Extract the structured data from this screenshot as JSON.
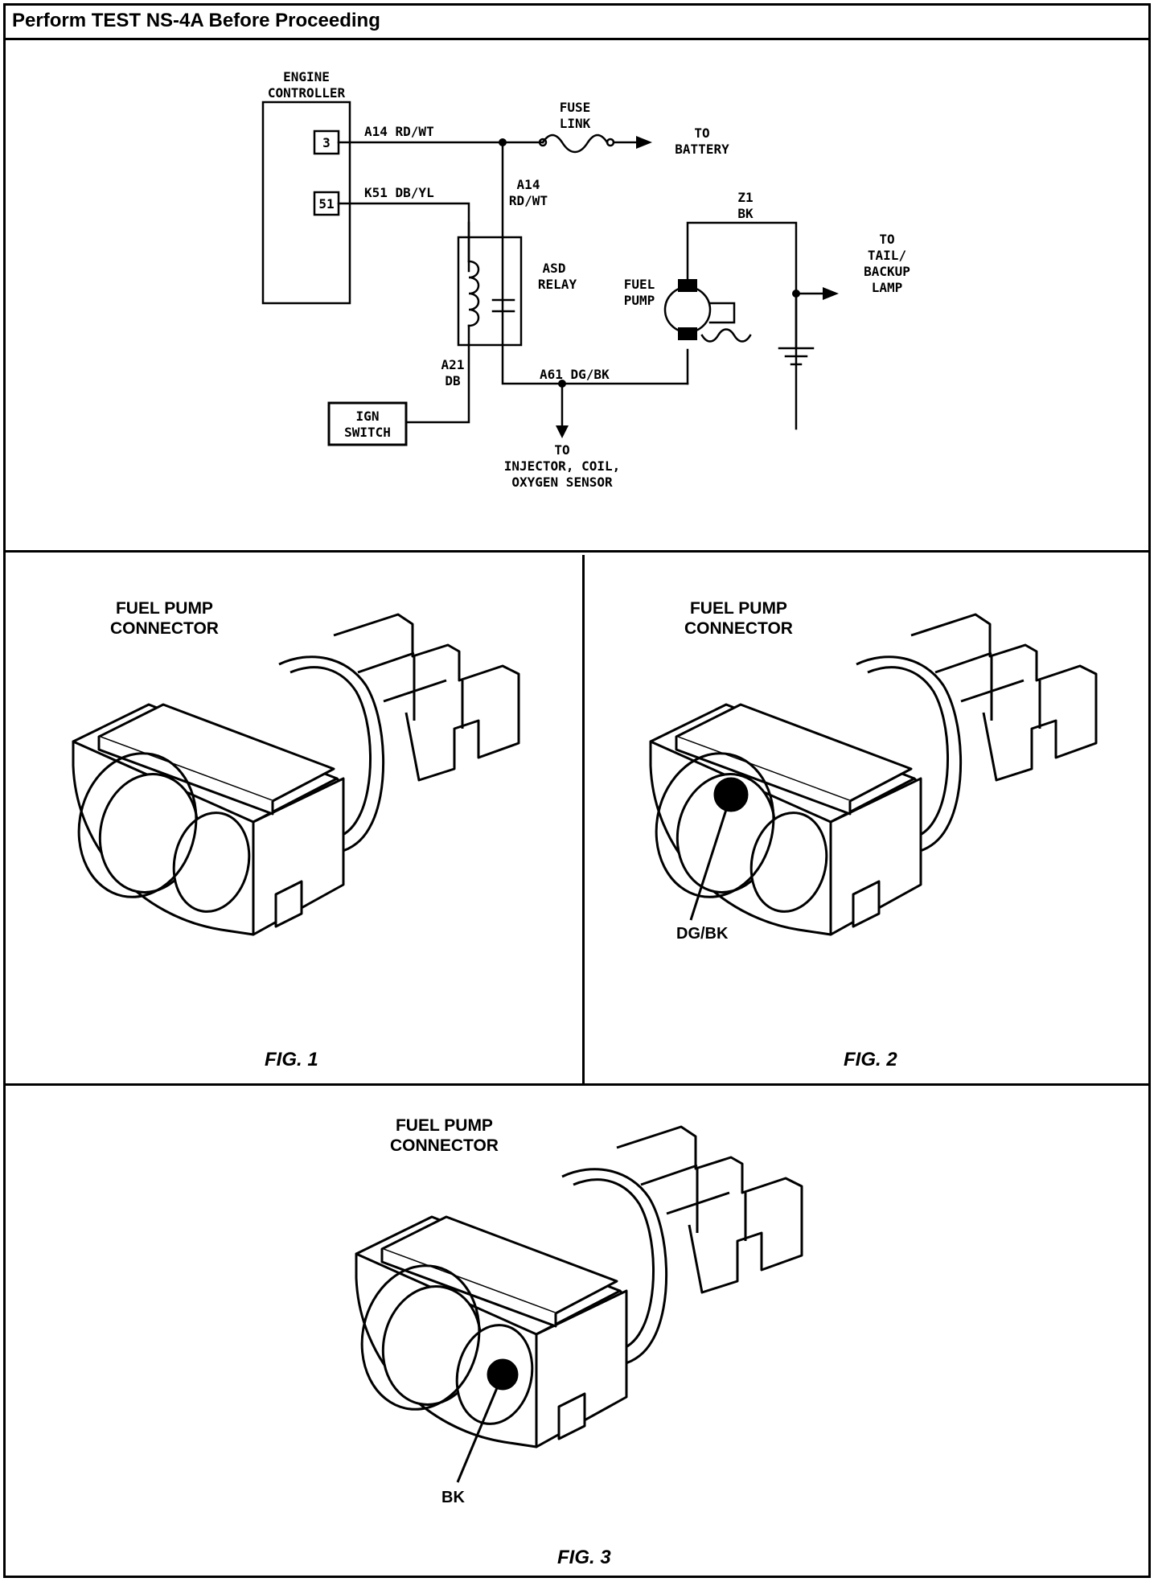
{
  "header": {
    "title": "Perform TEST NS-4A Before Proceeding"
  },
  "schematic": {
    "engine_controller_line1": "ENGINE",
    "engine_controller_line2": "CONTROLLER",
    "pin_3": "3",
    "pin_51": "51",
    "wire_a14_top": "A14 RD/WT",
    "wire_k51": "K51 DB/YL",
    "fuse_line1": "FUSE",
    "fuse_line2": "LINK",
    "to_battery_line1": "TO",
    "to_battery_line2": "BATTERY",
    "a14_vertical_line1": "A14",
    "a14_vertical_line2": "RD/WT",
    "z1_line1": "Z1",
    "z1_line2": "BK",
    "asd_line1": "ASD",
    "asd_line2": "RELAY",
    "fuel_pump_line1": "FUEL",
    "fuel_pump_line2": "PUMP",
    "tail_line1": "TO",
    "tail_line2": "TAIL/",
    "tail_line3": "BACKUP",
    "tail_line4": "LAMP",
    "wire_a61": "A61 DG/BK",
    "a21_line1": "A21",
    "a21_line2": "DB",
    "ign_line1": "IGN",
    "ign_line2": "SWITCH",
    "injector_line1": "TO",
    "injector_line2": "INJECTOR, COIL,",
    "injector_line3": "OXYGEN SENSOR"
  },
  "figures": [
    {
      "title_line1": "FUEL PUMP",
      "title_line2": "CONNECTOR",
      "caption": "FIG. 1",
      "callout": ""
    },
    {
      "title_line1": "FUEL PUMP",
      "title_line2": "CONNECTOR",
      "caption": "FIG. 2",
      "callout": "DG/BK"
    },
    {
      "title_line1": "FUEL PUMP",
      "title_line2": "CONNECTOR",
      "caption": "FIG. 3",
      "callout": "BK"
    }
  ]
}
